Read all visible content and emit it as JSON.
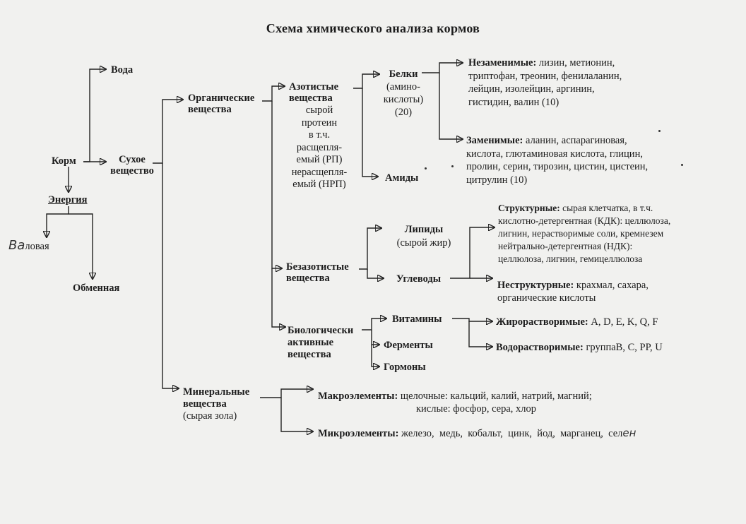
{
  "title": "Схема химического анализа кормов",
  "nodes": {
    "korm": "Корм",
    "voda": "Вода",
    "energiya": "Энергия",
    "valovaya_hand": "Ва",
    "valovaya_print": "ловая",
    "obmennaya": "Обменная",
    "suhoe": [
      "Сухое",
      "вещество"
    ],
    "organicheskie": [
      "Органические",
      "вещества"
    ],
    "azotistye": [
      "Азотистые",
      "вещества"
    ],
    "protein": [
      "сырой",
      "протеин",
      "в т.ч.",
      "расщепля-",
      "емый (РП)",
      "нерасщепля-",
      "емый (НРП)"
    ],
    "belki": [
      "Белки",
      "(амино-",
      "кислоты)",
      "(20)"
    ],
    "amidy": "Амиды",
    "nezamenimye_label": "Незаменимые:",
    "nezamenimye_text": [
      "лизин, метионин,",
      "триптофан, треонин, фенилаланин,",
      "лейцин, изолейцин, аргинин,",
      "гистидин, валин (10)"
    ],
    "zamenimye_label": "Заменимые:",
    "zamenimye_text": [
      "аланин, аспарагиновая,",
      "кислота, глютаминовая кислота, глицин,",
      "пролин, серин, тирозин, цистин, цистеин,",
      "цитрулин (10)"
    ],
    "bezazotistye": [
      "Безазотистые",
      "вещества"
    ],
    "lipidy": [
      "Липиды",
      "(сырой жир)"
    ],
    "uglevody": "Углеводы",
    "strukturnye_label": "Структурные:",
    "strukturnye_text": [
      "сырая клетчатка, в т.ч.",
      "кислотно-детергентная (КДК): целлюлоза,",
      "лигнин, нерастворимые соли, кремнезем",
      "нейтрально-детергентная (НДК):",
      "целлюлоза, лигнин, гемицеллюлоза"
    ],
    "nestrukturnye_label": "Неструктурные:",
    "nestrukturnye_text": [
      "крахмал, сахара,",
      "органические кислоты"
    ],
    "biologicheski": [
      "Биологически",
      "активные",
      "вещества"
    ],
    "vitaminy": "Витамины",
    "fermenty": "Ферменты",
    "gormony": "Гормоны",
    "zhiro_label": "Жирорастворимые:",
    "zhiro_text": "A, D, E, K, Q, F",
    "vodo_label": "Водорастворимые:",
    "vodo_text": "группаB, C, PP, U",
    "mineralnye": [
      "Минеральные",
      "вещества",
      "(сырая зола)"
    ],
    "makro_label": "Макроэлементы:",
    "makro_text": [
      "щелочные: кальций, калий, натрий, магний;",
      "кислые: фосфор, сера, хлор"
    ],
    "mikro_label": "Микроэлементы:",
    "mikro_text": "железо,  медь,  кобальт,  цинк,  йод,  марганец,  сел",
    "mikro_hand": "ен"
  }
}
